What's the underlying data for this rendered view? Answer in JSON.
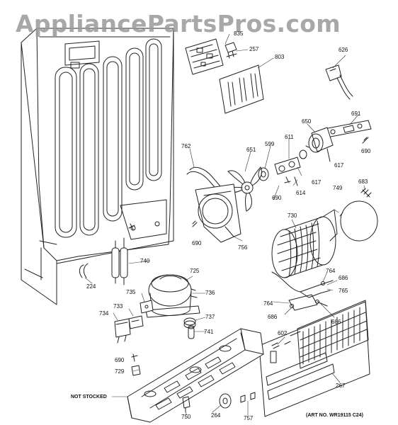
{
  "watermark": "AppliancePartsPros.com",
  "art_number": "(ART NO. WR19115 C24)",
  "not_stocked": "NOT STOCKED",
  "parts": {
    "p224": "224",
    "p257": "257",
    "p264": "264",
    "p267": "267",
    "p599": "599",
    "p602": "602",
    "p611": "611",
    "p614": "614",
    "p617a": "617",
    "p617b": "617",
    "p626": "626",
    "p650": "650",
    "p651": "651",
    "p683": "683",
    "p686a": "686",
    "p686b": "686",
    "p686c": "686",
    "p690a": "690",
    "p690b": "690",
    "p690c": "690",
    "p690d": "690",
    "p691": "691",
    "p725": "725",
    "p729": "729",
    "p730": "730",
    "p733": "733",
    "p734": "734",
    "p735": "735",
    "p736": "736",
    "p737": "737",
    "p740": "740",
    "p741": "741",
    "p749": "749",
    "p750": "750",
    "p756": "756",
    "p757": "757",
    "p762": "762",
    "p764a": "764",
    "p764b": "764",
    "p765": "765",
    "p803": "803",
    "p835": "835"
  }
}
